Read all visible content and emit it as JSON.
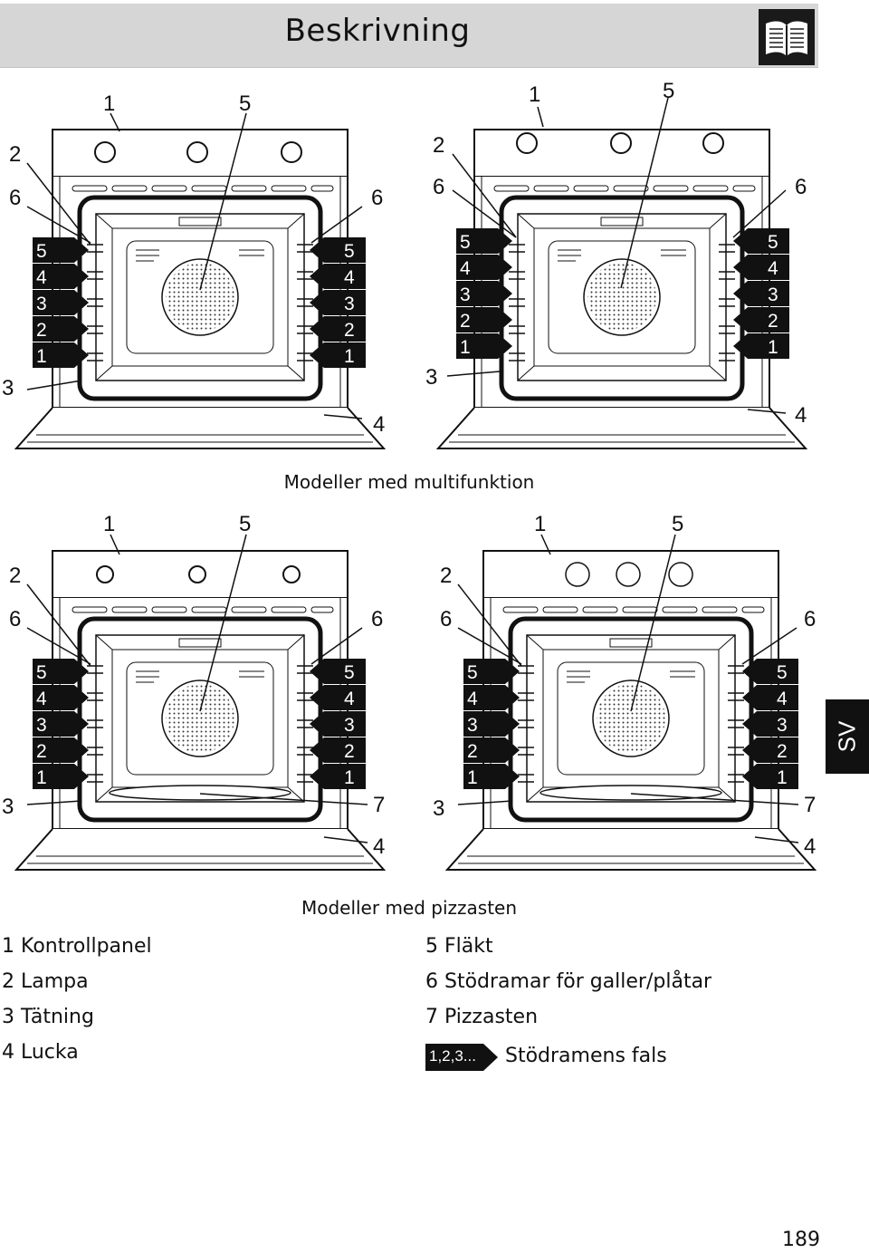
{
  "header": {
    "title": "Beskrivning",
    "icon": "open-book-icon"
  },
  "callouts": {
    "kontrollpanel": "1",
    "lampa": "2",
    "tatning": "3",
    "lucka": "4",
    "flakt": "5",
    "stodramar": "6",
    "pizzasten": "7",
    "levels": [
      "5",
      "4",
      "3",
      "2",
      "1"
    ]
  },
  "captions": {
    "multifunction": "Modeller med multifunktion",
    "pizzastone": "Modeller med pizzasten"
  },
  "language_tab": "SV",
  "legend": {
    "col1": [
      "1 Kontrollpanel",
      "2 Lampa",
      "3 Tätning",
      "4 Lucka"
    ],
    "col2": [
      "5 Fläkt",
      "6 Stödramar för galler/plåtar",
      "7 Pizzasten"
    ],
    "badge_label": "1,2,3...",
    "badge_text": "Stödramens fals"
  },
  "page_number": "189"
}
